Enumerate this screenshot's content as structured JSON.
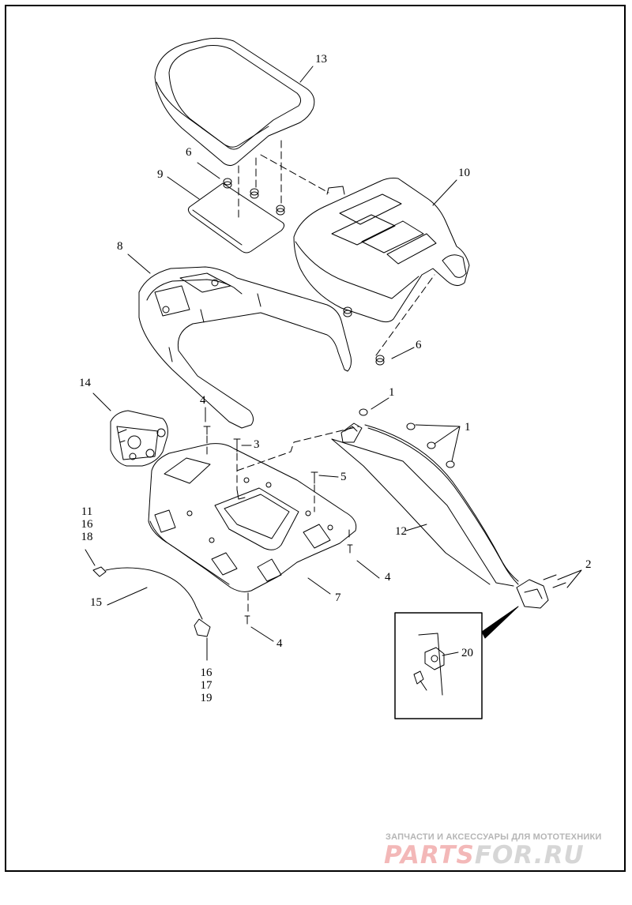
{
  "diagram": {
    "callouts": {
      "c13": "13",
      "c6a": "6",
      "c9": "9",
      "c10": "10",
      "c8": "8",
      "c6b": "6",
      "c14": "14",
      "c4a": "4",
      "c3": "3",
      "c1a": "1",
      "c1b": "1",
      "c5": "5",
      "c11": "11",
      "c16a": "16",
      "c18": "18",
      "c12": "12",
      "c2": "2",
      "c4b": "4",
      "c7": "7",
      "c15": "15",
      "c4c": "4",
      "c20": "20",
      "c16b": "16",
      "c17": "17",
      "c19": "19"
    }
  },
  "watermark": {
    "tagline": "ЗАПЧАСТИ И АКСЕССУАРЫ ДЛЯ МОТОТЕХНИКИ",
    "logo_left": "PARTS",
    "logo_right": "FOR.RU",
    "tagline_color": "#b5b5b5",
    "logo_left_color": "#f3b8b8",
    "logo_right_color": "#d6d6d6"
  }
}
